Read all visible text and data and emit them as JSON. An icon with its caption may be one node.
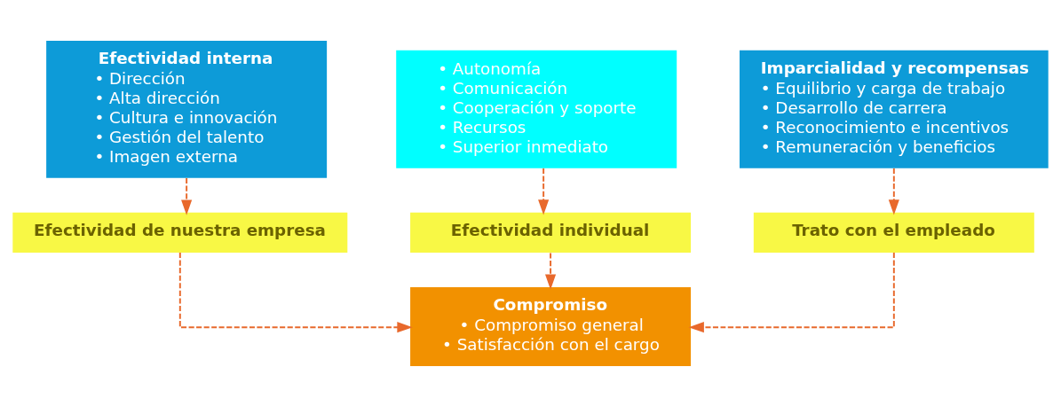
{
  "diagram": {
    "nodes": [
      {
        "text": [
          "Efectividad interna",
          "• Dirección",
          "• Alta dirección",
          "• Cultura e innovación",
          "• Gestión del talento",
          "• Imagen externa"
        ]
      },
      {
        "text": [
          "• Autonomía",
          "• Comunicación",
          "• Cooperación y soporte",
          "• Recursos",
          "• Superior inmediato"
        ]
      },
      {
        "text": [
          "Imparcialidad y recompensas",
          "• Equilibrio y carga de trabajo",
          "• Desarrollo de carrera",
          "• Reconocimiento e incentivos",
          "• Remuneración y beneficios"
        ]
      },
      {
        "text": [
          "Efectividad de nuestra empresa"
        ]
      },
      {
        "text": [
          "Efectividad individual"
        ]
      },
      {
        "text": [
          "Trato con el empleado"
        ]
      },
      {
        "text": [
          "Compromiso",
          "• Compromiso general",
          "• Satisfacción con el cargo"
        ]
      }
    ],
    "edges": [
      {
        "from": 0,
        "to": 3,
        "arrow": "to",
        "style": "dashed"
      },
      {
        "from": 1,
        "to": 4,
        "arrow": "to",
        "style": "dashed"
      },
      {
        "from": 2,
        "to": 5,
        "arrow": "to",
        "style": "dashed"
      },
      {
        "from": 3,
        "to": 6,
        "arrow": "to",
        "style": "dashed"
      },
      {
        "from": 4,
        "to": 6,
        "arrow": "to",
        "style": "dashed"
      },
      {
        "from": 5,
        "to": 6,
        "arrow": "to",
        "style": "dashed"
      }
    ]
  }
}
